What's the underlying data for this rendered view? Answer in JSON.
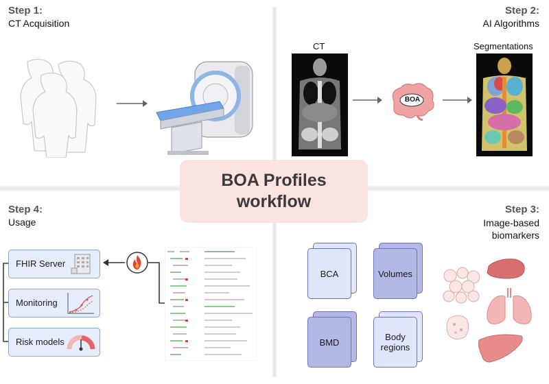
{
  "center": {
    "line1": "BOA Profiles",
    "line2": "workflow"
  },
  "step1": {
    "title": "Step 1:",
    "subtitle": "CT Acquisition"
  },
  "step2": {
    "title": "Step 2:",
    "subtitle": "AI Algorithms",
    "ct_label": "CT",
    "seg_label": "Segmentations",
    "brain_label": "BOA"
  },
  "step3": {
    "title": "Step 3:",
    "subtitle_line1": "Image-based",
    "subtitle_line2": "biomarkers",
    "cards": [
      {
        "label": "BCA"
      },
      {
        "label": "Volumes"
      },
      {
        "label": "BMD"
      },
      {
        "label": "Body regions"
      }
    ]
  },
  "step4": {
    "title": "Step 4:",
    "subtitle": "Usage",
    "items": [
      {
        "label": "FHIR Server"
      },
      {
        "label": "Monitoring"
      },
      {
        "label": "Risk models"
      }
    ]
  },
  "colors": {
    "organ": "#e98b8b",
    "card_border": "#6e73b5",
    "usage_border": "#8fa4cf",
    "center_bg": "#fbe3e1"
  }
}
